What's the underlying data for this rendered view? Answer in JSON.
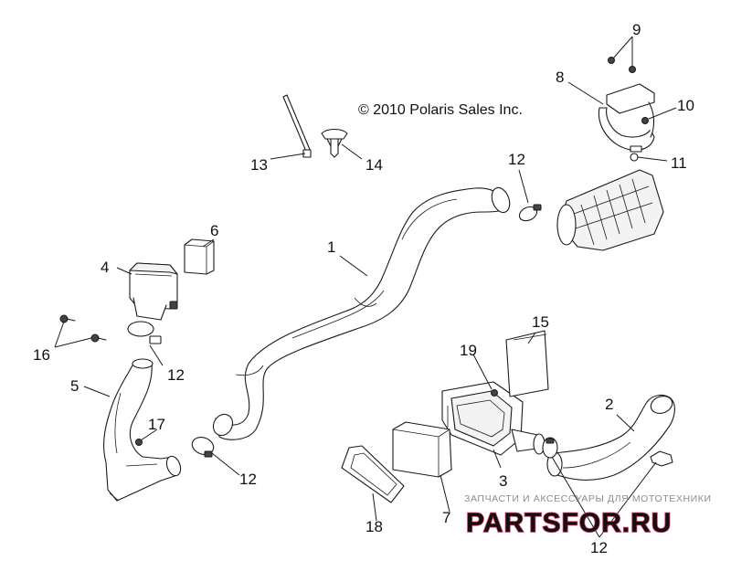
{
  "copyright": "© 2010 Polaris Sales Inc.",
  "watermark": {
    "tagline": "ЗАПЧАСТИ И АКСЕССУАРЫ ДЛЯ МОТОТЕХНИКИ",
    "brand": "PARTSFOR.RU",
    "colors": {
      "outline": "#e0285a",
      "fill": "#ffffff"
    }
  },
  "callouts": {
    "c1": "1",
    "c2": "2",
    "c3": "3",
    "c4": "4",
    "c5": "5",
    "c6": "6",
    "c7": "7",
    "c8": "8",
    "c9": "9",
    "c10": "10",
    "c11": "11",
    "c12a": "12",
    "c12b": "12",
    "c12c": "12",
    "c12d": "12",
    "c13": "13",
    "c14": "14",
    "c15": "15",
    "c16": "16",
    "c17": "17",
    "c18": "18",
    "c19": "19"
  }
}
